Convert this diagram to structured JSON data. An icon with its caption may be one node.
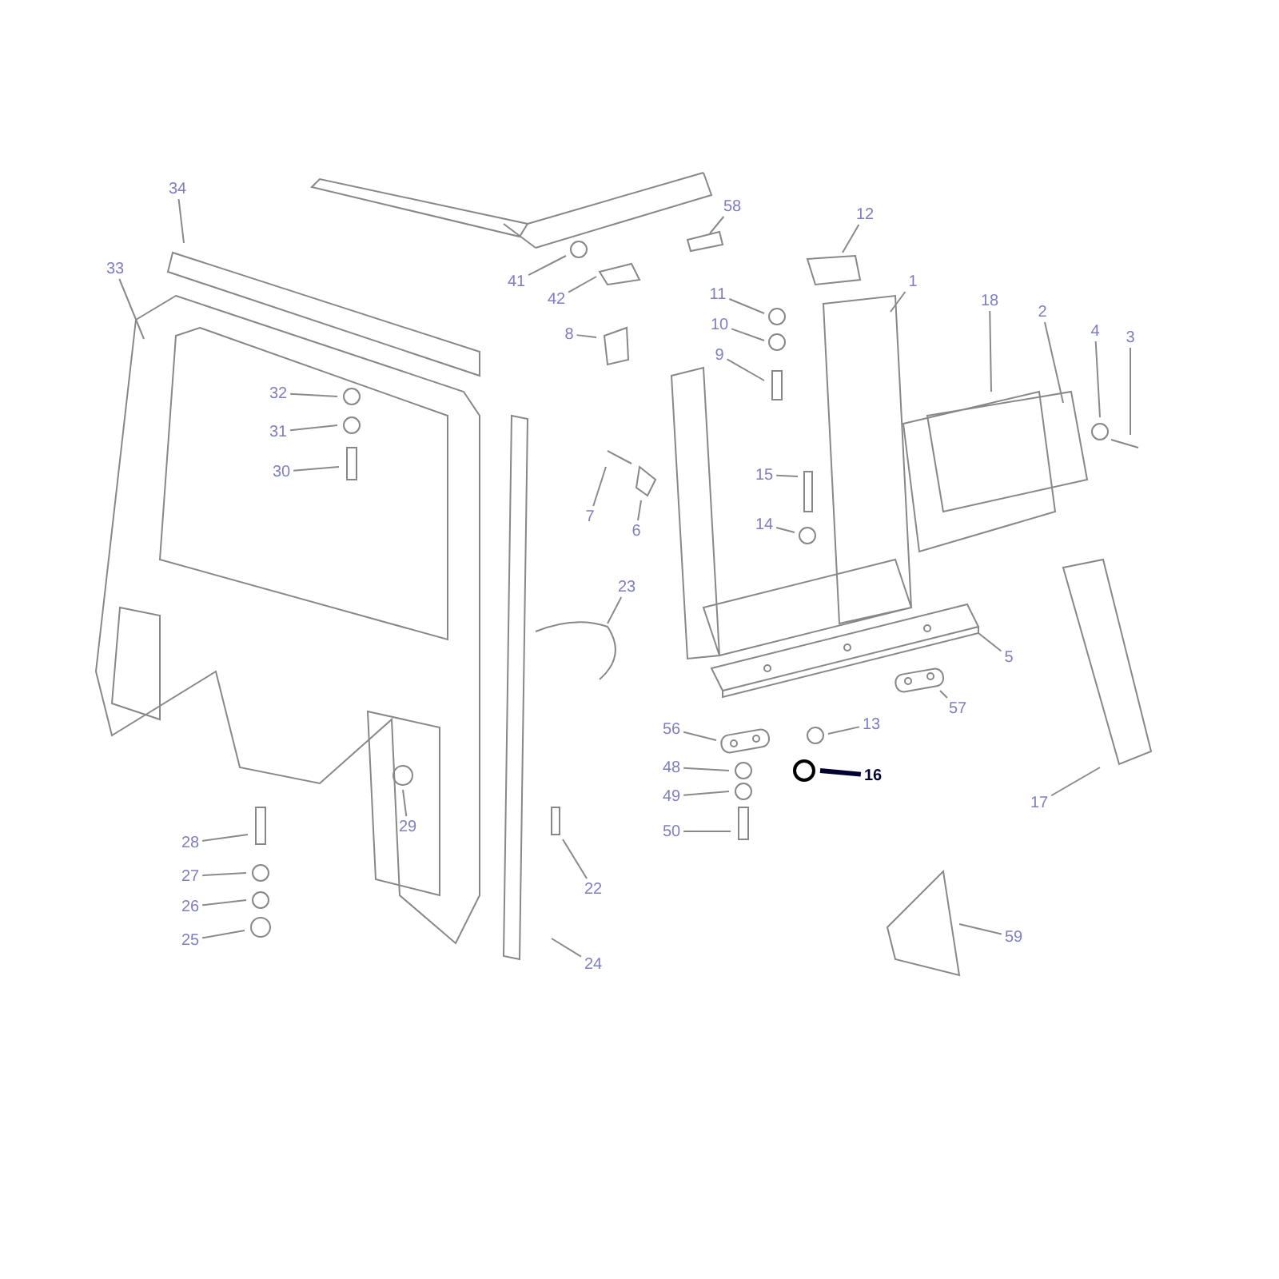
{
  "diagram": {
    "nodes": [
      {
        "text": [
          "34"
        ]
      },
      {
        "text": [
          "58"
        ]
      },
      {
        "text": [
          "12"
        ]
      },
      {
        "text": [
          "33"
        ]
      },
      {
        "text": [
          "41"
        ]
      },
      {
        "text": [
          "1"
        ]
      },
      {
        "text": [
          "11"
        ]
      },
      {
        "text": [
          "42"
        ]
      },
      {
        "text": [
          "18"
        ]
      },
      {
        "text": [
          "10"
        ]
      },
      {
        "text": [
          "2"
        ]
      },
      {
        "text": [
          "4"
        ]
      },
      {
        "text": [
          "8"
        ]
      },
      {
        "text": [
          "3"
        ]
      },
      {
        "text": [
          "9"
        ]
      },
      {
        "text": [
          "32"
        ]
      },
      {
        "text": [
          "31"
        ]
      },
      {
        "text": [
          "30"
        ]
      },
      {
        "text": [
          "15"
        ]
      },
      {
        "text": [
          "7"
        ]
      },
      {
        "text": [
          "14"
        ]
      },
      {
        "text": [
          "6"
        ]
      },
      {
        "text": [
          "23"
        ]
      },
      {
        "text": [
          "5"
        ]
      },
      {
        "text": [
          "57"
        ]
      },
      {
        "text": [
          "13"
        ]
      },
      {
        "text": [
          "56"
        ]
      },
      {
        "text": [
          "48"
        ]
      },
      {
        "text": [
          "16"
        ]
      },
      {
        "text": [
          "49"
        ]
      },
      {
        "text": [
          "17"
        ]
      },
      {
        "text": [
          "29"
        ]
      },
      {
        "text": [
          "50"
        ]
      },
      {
        "text": [
          "28"
        ]
      },
      {
        "text": [
          "27"
        ]
      },
      {
        "text": [
          "22"
        ]
      },
      {
        "text": [
          "26"
        ]
      },
      {
        "text": [
          "59"
        ]
      },
      {
        "text": [
          "25"
        ]
      },
      {
        "text": [
          "24"
        ]
      }
    ],
    "edges": [
      {
        "from": 0,
        "to": null,
        "arrow": "none"
      },
      {
        "from": 1,
        "to": null,
        "arrow": "none"
      },
      {
        "from": 2,
        "to": null,
        "arrow": "none"
      },
      {
        "from": 3,
        "to": null,
        "arrow": "none"
      },
      {
        "from": 4,
        "to": null,
        "arrow": "none"
      },
      {
        "from": 5,
        "to": null,
        "arrow": "none"
      },
      {
        "from": 6,
        "to": null,
        "arrow": "none"
      },
      {
        "from": 7,
        "to": null,
        "arrow": "none"
      },
      {
        "from": 8,
        "to": null,
        "arrow": "none"
      },
      {
        "from": 9,
        "to": null,
        "arrow": "none"
      },
      {
        "from": 10,
        "to": null,
        "arrow": "none"
      },
      {
        "from": 11,
        "to": null,
        "arrow": "none"
      },
      {
        "from": 12,
        "to": null,
        "arrow": "none"
      },
      {
        "from": 13,
        "to": null,
        "arrow": "none"
      },
      {
        "from": 14,
        "to": null,
        "arrow": "none"
      },
      {
        "from": 15,
        "to": null,
        "arrow": "none"
      },
      {
        "from": 16,
        "to": null,
        "arrow": "none"
      },
      {
        "from": 17,
        "to": null,
        "arrow": "none"
      },
      {
        "from": 18,
        "to": null,
        "arrow": "none"
      },
      {
        "from": 19,
        "to": null,
        "arrow": "none"
      },
      {
        "from": 20,
        "to": null,
        "arrow": "none"
      },
      {
        "from": 21,
        "to": null,
        "arrow": "none"
      },
      {
        "from": 22,
        "to": null,
        "arrow": "none"
      },
      {
        "from": 23,
        "to": null,
        "arrow": "none"
      },
      {
        "from": 24,
        "to": null,
        "arrow": "none"
      },
      {
        "from": 25,
        "to": null,
        "arrow": "none"
      },
      {
        "from": 26,
        "to": null,
        "arrow": "none"
      },
      {
        "from": 27,
        "to": null,
        "arrow": "none"
      },
      {
        "from": 28,
        "to": null,
        "arrow": "none",
        "style": "thick",
        "color": "#000033"
      },
      {
        "from": 29,
        "to": null,
        "arrow": "none"
      },
      {
        "from": 30,
        "to": null,
        "arrow": "none"
      },
      {
        "from": 31,
        "to": null,
        "arrow": "none"
      },
      {
        "from": 32,
        "to": null,
        "arrow": "none"
      },
      {
        "from": 33,
        "to": null,
        "arrow": "none"
      },
      {
        "from": 34,
        "to": null,
        "arrow": "none"
      },
      {
        "from": 35,
        "to": null,
        "arrow": "none"
      },
      {
        "from": 36,
        "to": null,
        "arrow": "none"
      },
      {
        "from": 37,
        "to": null,
        "arrow": "none"
      },
      {
        "from": 38,
        "to": null,
        "arrow": "none"
      },
      {
        "from": 39,
        "to": null,
        "arrow": "none"
      }
    ]
  }
}
